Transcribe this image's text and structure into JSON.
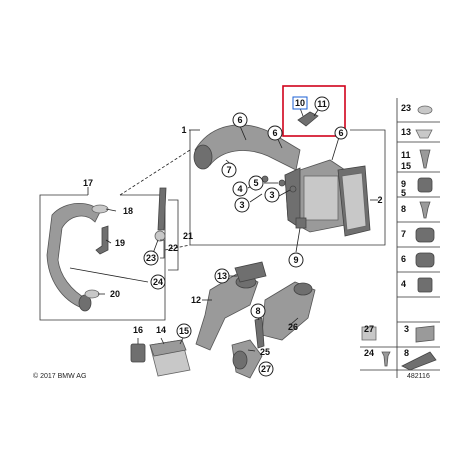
{
  "callouts": {
    "c1": "1",
    "c2": "2",
    "c3a": "3",
    "c3b": "3",
    "c4": "4",
    "c5": "5",
    "c6a": "6",
    "c6b": "6",
    "c7": "7",
    "c8": "8",
    "c9": "9",
    "c10": "10",
    "c11": "11",
    "c12": "12",
    "c13": "13",
    "c14": "14",
    "c15": "15",
    "c16": "16",
    "c17": "17",
    "c18": "18",
    "c19": "19",
    "c20": "20",
    "c21": "21",
    "c22": "22",
    "c23": "23",
    "c24": "24",
    "c25": "25",
    "c26": "26",
    "c27": "27",
    "c6c": "6"
  },
  "side_panel": {
    "items": [
      "23",
      "13",
      "11",
      "15",
      "9",
      "5",
      "8",
      "7",
      "6",
      "4",
      "27",
      "3",
      "24",
      "8"
    ]
  },
  "footer": {
    "copyright": "© 2017 BMW AG",
    "diagram_id": "482116"
  },
  "colors": {
    "highlight": "#d0021b",
    "selection": "#1a5fd6"
  }
}
